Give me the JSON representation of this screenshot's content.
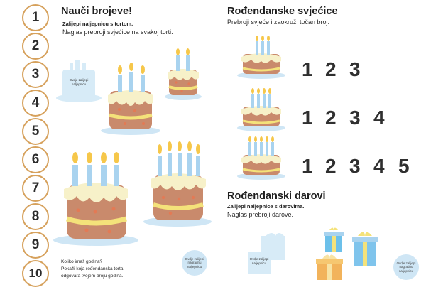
{
  "numbers": [
    "1",
    "2",
    "3",
    "4",
    "5",
    "6",
    "7",
    "8",
    "9",
    "10"
  ],
  "left": {
    "title": "Nauči brojeve!",
    "sticker_hint": "Zalijepi naljepnicu s tortom.",
    "instruction": "Naglas prebroji svjećice na svakoj torti.",
    "placeholder_label": "Ovdje zalijepi naljepnicu",
    "question_lines": [
      "Koliko imaš godina?",
      "Pokaži koja rođendanska torta",
      "odgovara tvojem broju godina."
    ],
    "reward_sticker": "Ovdje zalijepi nagradnu naljepnicu"
  },
  "right": {
    "candles_title": "Rođendanske svjećice",
    "candles_instruction": "Prebroji svjeće i zaokruži točan broj.",
    "rows": [
      {
        "candles": 3,
        "options": [
          "1",
          "2",
          "3"
        ]
      },
      {
        "candles": 4,
        "options": [
          "1",
          "2",
          "3",
          "4"
        ]
      },
      {
        "candles": 5,
        "options": [
          "1",
          "2",
          "3",
          "4",
          "5"
        ]
      }
    ],
    "gifts_title": "Rođendanski darovi",
    "gifts_sticker_hint": "Zalijepi naljepnice s darovima.",
    "gifts_instruction": "Naglas prebroji darove.",
    "gift_placeholder_label": "Ovdje zalijepi naljepnicu",
    "reward_sticker": "Ovdje zalijepi nagradnu naljepnicu"
  },
  "colors": {
    "circle_border": "#d6a15c",
    "cake_body": "#c98a6c",
    "icing": "#f4e27a",
    "candle": "#a9d3ef",
    "flame": "#f6c74a",
    "plate": "#cfe6f5"
  }
}
